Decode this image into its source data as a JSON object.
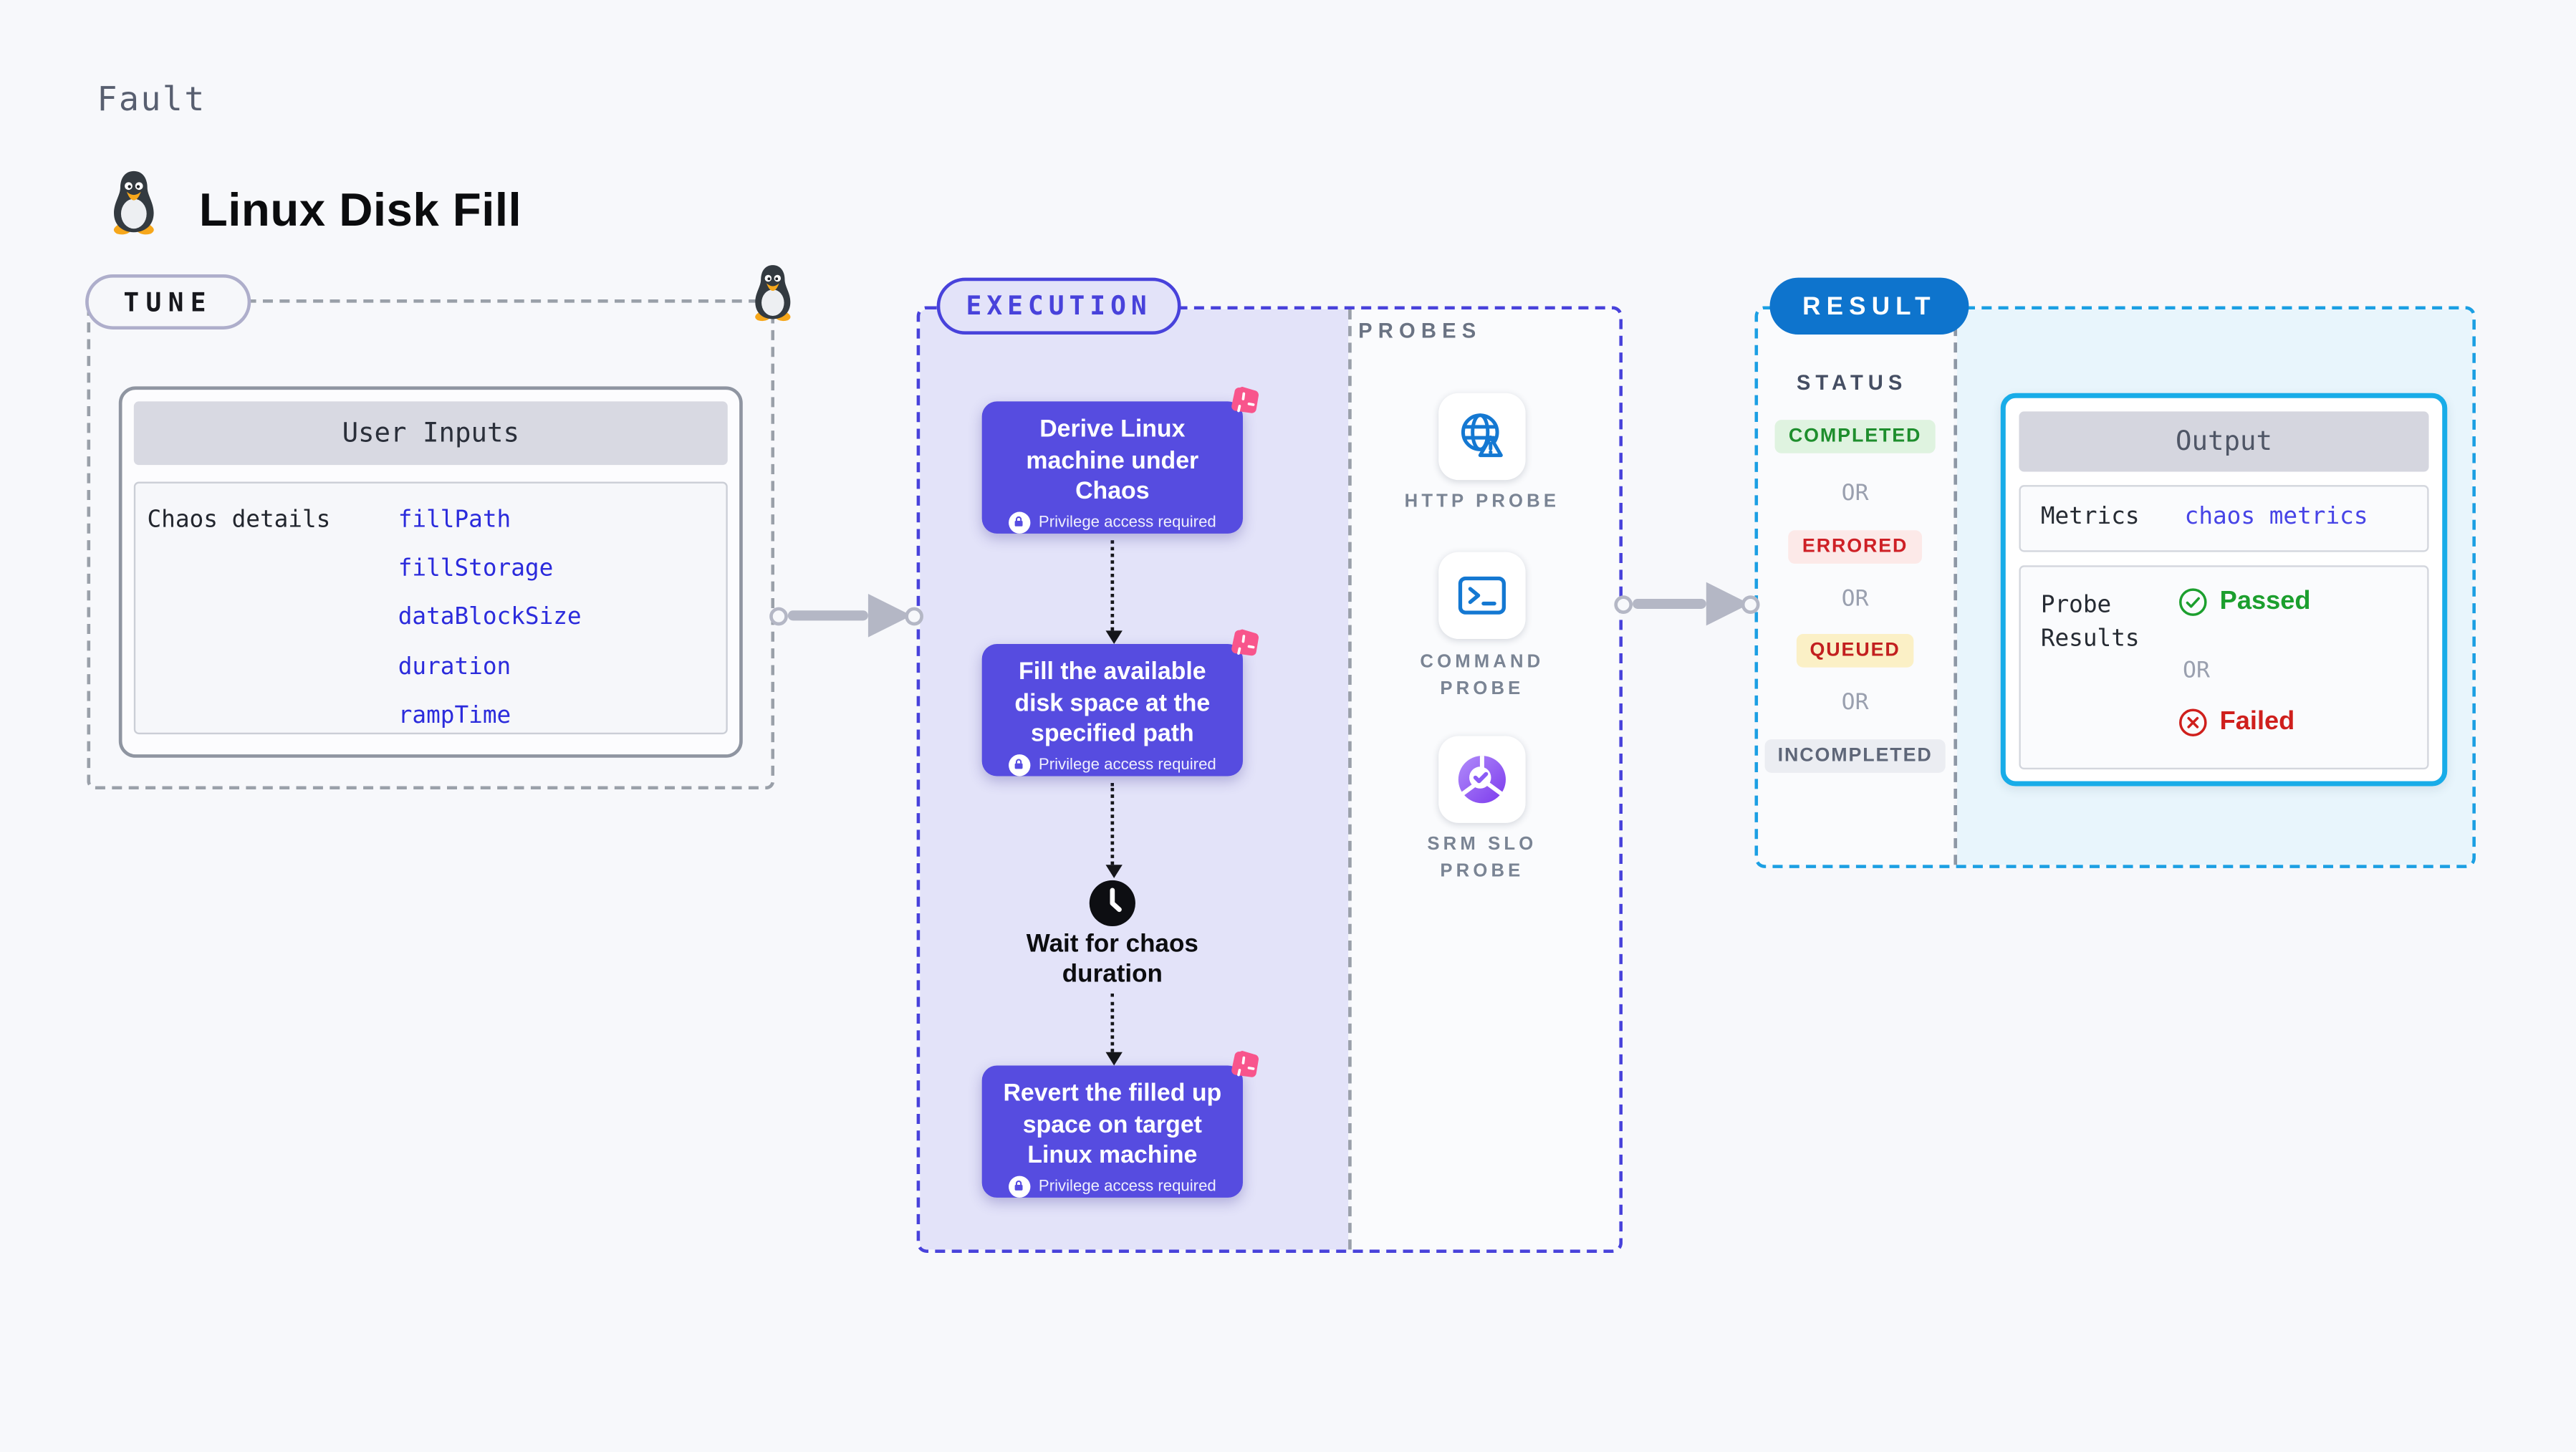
{
  "header": {
    "kicker": "Fault",
    "title": "Linux Disk Fill"
  },
  "tune": {
    "pill": "TUNE",
    "user_inputs_header": "User Inputs",
    "chaos_details_label": "Chaos details",
    "inputs": [
      "fillPath",
      "fillStorage",
      "dataBlockSize",
      "duration",
      "rampTime"
    ]
  },
  "execution": {
    "pill": "EXECUTION",
    "steps": [
      {
        "title": "Derive Linux machine under Chaos",
        "note": "Privilege access required"
      },
      {
        "title": "Fill the available disk space at the specified path",
        "note": "Privilege access required"
      },
      {
        "title": "Revert the filled up space on target Linux machine",
        "note": "Privilege access required"
      }
    ],
    "wait_label": "Wait for chaos duration"
  },
  "probes": {
    "section_label": "PROBES",
    "items": [
      {
        "label": "HTTP PROBE",
        "icon": "globe-alert-icon"
      },
      {
        "label": "COMMAND PROBE",
        "icon": "terminal-icon"
      },
      {
        "label": "SRM SLO PROBE",
        "icon": "slo-chart-icon"
      }
    ]
  },
  "result": {
    "pill": "RESULT",
    "status_label": "STATUS",
    "or_label": "OR",
    "statuses": [
      {
        "label": "COMPLETED",
        "fg": "#1E8E2D",
        "bg": "#DFF3E0"
      },
      {
        "label": "ERRORED",
        "fg": "#CE2026",
        "bg": "#FCE9E8"
      },
      {
        "label": "QUEUED",
        "fg": "#C21F1F",
        "bg": "#FBF0C6"
      },
      {
        "label": "INCOMPLETED",
        "fg": "#5E6678",
        "bg": "#EBEDF2"
      }
    ],
    "output": {
      "header": "Output",
      "metrics_label": "Metrics",
      "metrics_value": "chaos metrics",
      "probe_results_label": "Probe Results",
      "passed_label": "Passed",
      "or_label": "OR",
      "failed_label": "Failed"
    }
  },
  "colors": {
    "indigo": "#4842DB",
    "lavender": "#E3E3F9",
    "card_purple": "#564CE0",
    "chaos_pink": "#F8558C",
    "probe_blue": "#1478D2",
    "srm_purple": "#8B5CF6",
    "result_pill_blue": "#0E74CD",
    "result_border_blue": "#1B9FE3",
    "output_border_cyan": "#18ACE8",
    "input_link_blue": "#2B2BDC",
    "passed_green": "#1C9F2E",
    "failed_red": "#CF1F1C"
  }
}
